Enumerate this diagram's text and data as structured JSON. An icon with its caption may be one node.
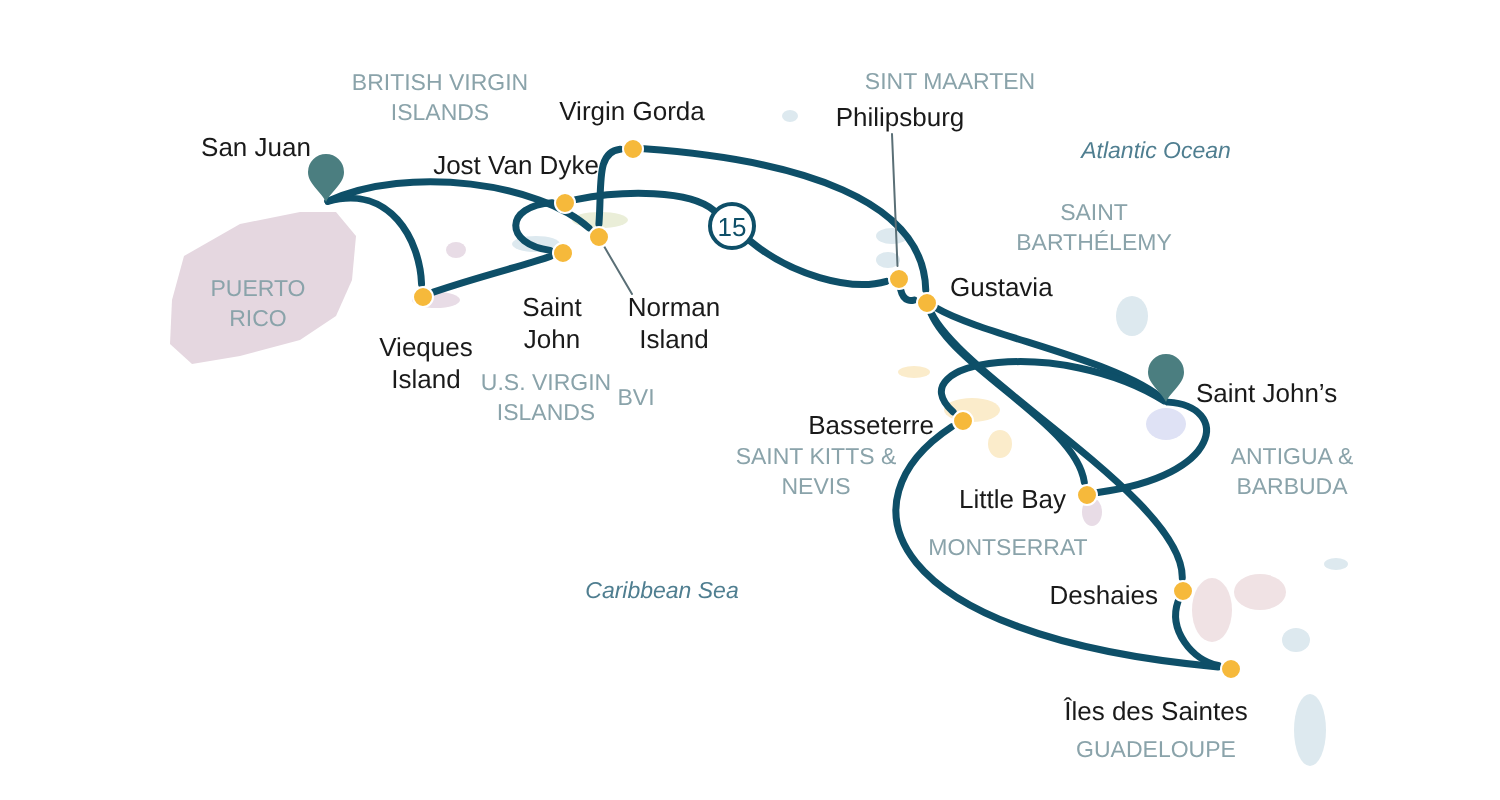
{
  "diagram": {
    "nodes": [
      {
        "text": [],
        "shape": "circle",
        "beside": [
          "Virgin Gorda"
        ]
      },
      {
        "text": [
          "Philipsburg"
        ]
      },
      {
        "text": [],
        "shape": "circle",
        "beside": [
          "Jost Van Dyke"
        ]
      },
      {
        "text": [],
        "shape": "pin",
        "beside": [
          "San Juan"
        ]
      },
      {
        "text": [],
        "shape": "circle"
      },
      {
        "text": [
          "15"
        ]
      },
      {
        "text": [],
        "shape": "circle",
        "beside": [
          "Saint John"
        ]
      },
      {
        "text": [],
        "shape": "circle"
      },
      {
        "text": [],
        "shape": "circle",
        "beside": [
          "Gustavia"
        ]
      },
      {
        "text": [],
        "shape": "circle",
        "beside": [
          "Vieques Island"
        ]
      },
      {
        "text": [
          "Norman Island"
        ]
      },
      {
        "text": [],
        "shape": "pin",
        "beside": [
          "Saint John’s"
        ]
      },
      {
        "text": [],
        "shape": "circle",
        "beside": [
          "Basseterre"
        ]
      },
      {
        "text": [],
        "shape": "circle",
        "beside": [
          "Little Bay"
        ]
      },
      {
        "text": [],
        "shape": "circle",
        "beside": [
          "Deshaies"
        ]
      },
      {
        "text": [],
        "shape": "circle",
        "beside": [
          "Îles des Saintes"
        ]
      }
    ],
    "edges": [
      {
        "from": 3,
        "to": 9,
        "arrow": "none"
      },
      {
        "from": 9,
        "to": 6,
        "arrow": "none"
      },
      {
        "from": 6,
        "to": 2,
        "arrow": "none"
      },
      {
        "from": 2,
        "to": 5,
        "arrow": "none"
      },
      {
        "from": 5,
        "to": 7,
        "arrow": "none"
      },
      {
        "from": 3,
        "to": 4,
        "arrow": "none"
      },
      {
        "from": 4,
        "to": 0,
        "arrow": "none"
      },
      {
        "from": 0,
        "to": 8,
        "arrow": "none"
      },
      {
        "from": 7,
        "to": 8,
        "arrow": "none"
      },
      {
        "from": 8,
        "to": 11,
        "arrow": "none"
      },
      {
        "from": 8,
        "to": 13,
        "arrow": "none"
      },
      {
        "from": 8,
        "to": 14,
        "arrow": "none"
      },
      {
        "from": 11,
        "to": 13,
        "arrow": "none"
      },
      {
        "from": 11,
        "to": 12,
        "arrow": "none"
      },
      {
        "from": 12,
        "to": 15,
        "arrow": "none"
      },
      {
        "from": 14,
        "to": 15,
        "arrow": "none"
      },
      {
        "from": 1,
        "to": 7,
        "arrow": "none"
      },
      {
        "from": 10,
        "to": 4,
        "arrow": "none"
      }
    ],
    "labels": [
      "BRITISH VIRGIN ISLANDS",
      "SINT MAARTEN",
      "Atlantic Ocean",
      "SAINT BARTHÉLEMY",
      "PUERTO RICO",
      "BVI",
      "U.S. VIRGIN ISLANDS",
      "SAINT KITTS & NEVIS",
      "ANTIGUA & BARBUDA",
      "MONTSERRAT",
      "Caribbean Sea",
      "GUADELOUPE"
    ]
  }
}
